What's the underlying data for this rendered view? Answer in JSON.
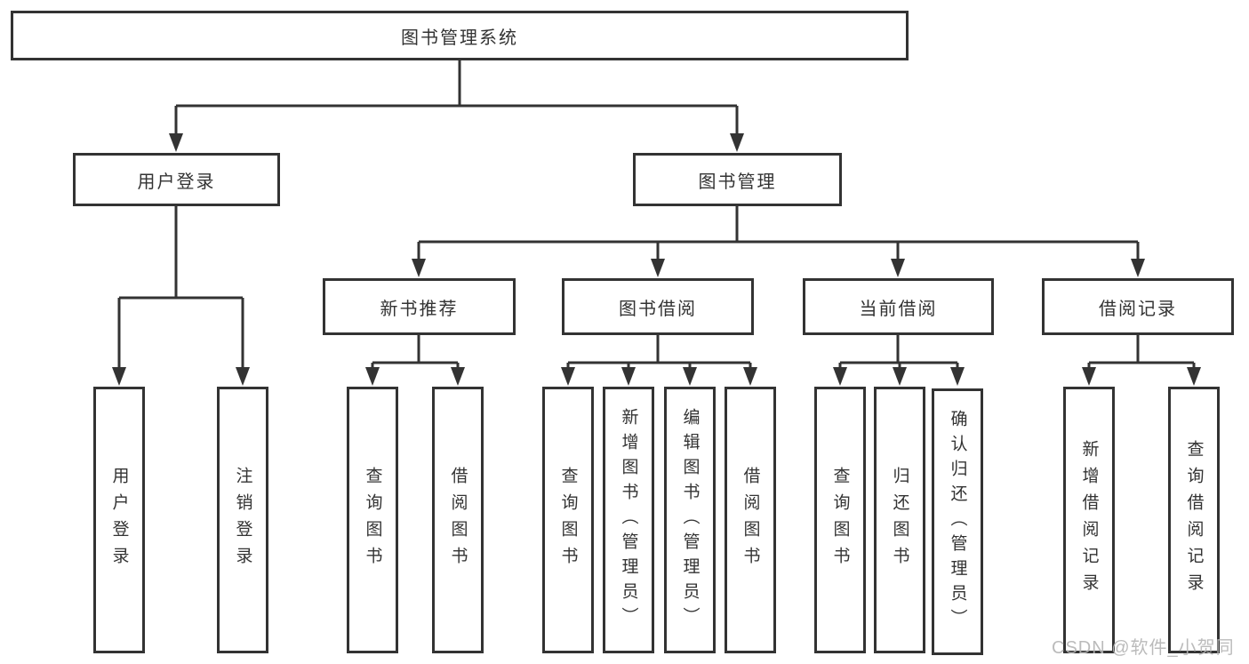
{
  "colors": {
    "line": "#333333",
    "text": "#333333",
    "background": "#ffffff",
    "watermark": "#b4b4b4"
  },
  "watermark": {
    "text": "CSDN @软件_小贺同学"
  },
  "tree": {
    "root": {
      "label": "图书管理系统"
    },
    "children": [
      {
        "label": "用户登录",
        "children": [
          {
            "label": "用户登录"
          },
          {
            "label": "注销登录"
          }
        ]
      },
      {
        "label": "图书管理",
        "children": [
          {
            "label": "新书推荐",
            "children": [
              {
                "label": "查询图书"
              },
              {
                "label": "借阅图书"
              }
            ]
          },
          {
            "label": "图书借阅",
            "children": [
              {
                "label": "查询图书"
              },
              {
                "label": "新增图书（管理员）"
              },
              {
                "label": "编辑图书（管理员）"
              },
              {
                "label": "借阅图书"
              }
            ]
          },
          {
            "label": "当前借阅",
            "children": [
              {
                "label": "查询图书"
              },
              {
                "label": "归还图书"
              },
              {
                "label": "确认归还（管理员）"
              }
            ]
          },
          {
            "label": "借阅记录",
            "children": [
              {
                "label": "新增借阅记录"
              },
              {
                "label": "查询借阅记录"
              }
            ]
          }
        ]
      }
    ]
  }
}
